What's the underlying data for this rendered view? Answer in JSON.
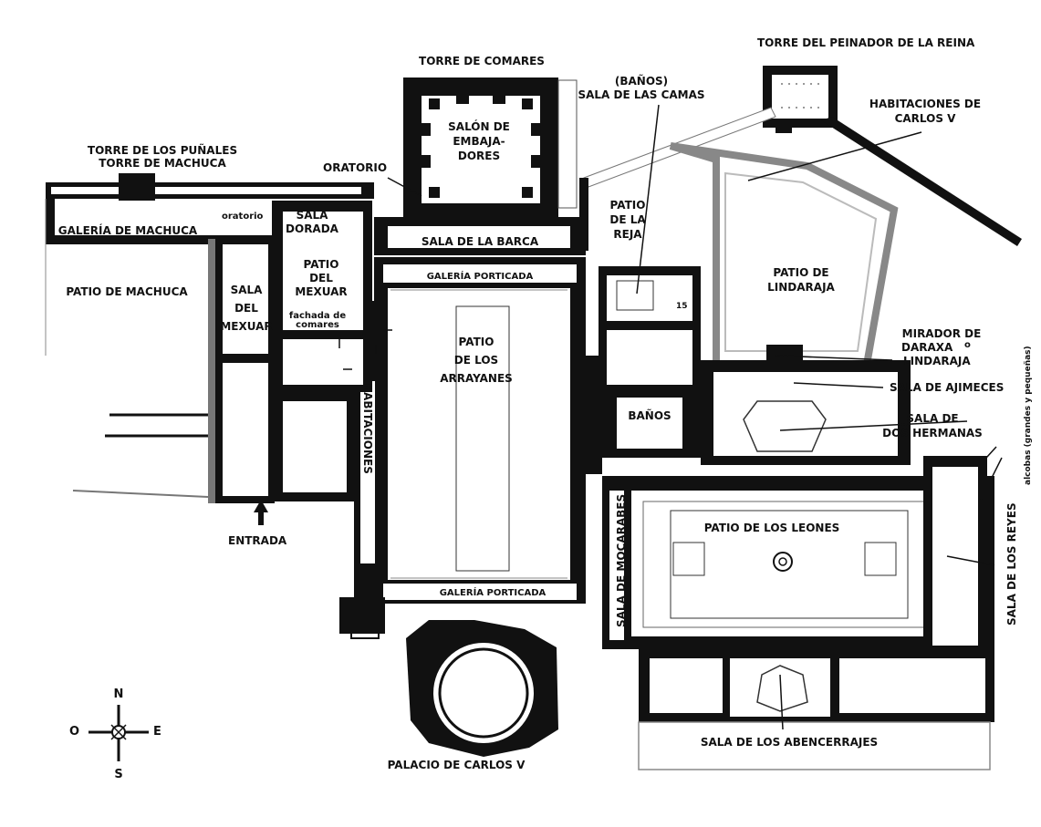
{
  "labels": {
    "torre_peinador": "TORRE DEL PEINADOR DE LA REINA",
    "torre_comares": "TORRE DE COMARES",
    "banos_camas_1": "(BAÑOS)",
    "banos_camas_2": "SALA DE LAS CAMAS",
    "habitaciones_carlos_1": "HABITACIONES DE",
    "habitaciones_carlos_2": "CARLOS V",
    "salon_embajadores_1": "SALÓN DE",
    "salon_embajadores_2": "EMBAJA-",
    "salon_embajadores_3": "DORES",
    "torre_punales_1": "TORRE DE LOS PUÑALES",
    "torre_punales_2": "TORRE DE MACHUCA",
    "oratorio_upper": "ORATORIO",
    "oratorio_lower": "oratorio",
    "galeria_machuca": "GALERÍA DE MACHUCA",
    "sala_dorada_1": "SALA",
    "sala_dorada_2": "DORADA",
    "patio_reja_1": "PATIO",
    "patio_reja_2": "DE LA",
    "patio_reja_3": "REJA",
    "sala_barca": "SALA DE LA BARCA",
    "patio_lindaraja_1": "PATIO DE",
    "patio_lindaraja_2": "LINDARAJA",
    "patio_machuca": "PATIO DE MACHUCA",
    "sala_mexuar_1": "SALA",
    "sala_mexuar_2": "DEL",
    "sala_mexuar_3": "MEXUAR",
    "patio_mexuar_1": "PATIO",
    "patio_mexuar_2": "DEL",
    "patio_mexuar_3": "MEXUAR",
    "galeria_porticada_top": "GALERÍA PORTICADA",
    "galeria_porticada_bottom": "GALERÍA PORTICADA",
    "fachada_comares_1": "fachada de",
    "fachada_comares_2": "comares",
    "patio_arrayanes_1": "PATIO",
    "patio_arrayanes_2": "DE LOS",
    "patio_arrayanes_3": "ARRAYANES",
    "mirador_1": "MIRADOR DE",
    "mirador_2": "DARAXA",
    "mirador_o": "o",
    "mirador_3": "LINDARAJA",
    "alcobas": "alcobas (grandes y pequeñas)",
    "sala_ajimeces": "SALA DE AJIMECES",
    "banos": "BAÑOS",
    "dos_hermanas_1": "SALA DE",
    "dos_hermanas_2": "DOS HERMANAS",
    "habitaciones": "HABITACIONES",
    "sala_mocarabes": "SALA DE MOCARABES",
    "patio_leones": "PATIO DE LOS LEONES",
    "sala_reyes": "SALA DE LOS REYES",
    "entrada": "ENTRADA",
    "sala_abencerrajes": "SALA DE LOS ABENCERRAJES",
    "palacio_carlos": "PALACIO DE CARLOS V",
    "number_15": "15"
  },
  "compass": {
    "north": "N",
    "south": "S",
    "east": "E",
    "west": "O"
  }
}
